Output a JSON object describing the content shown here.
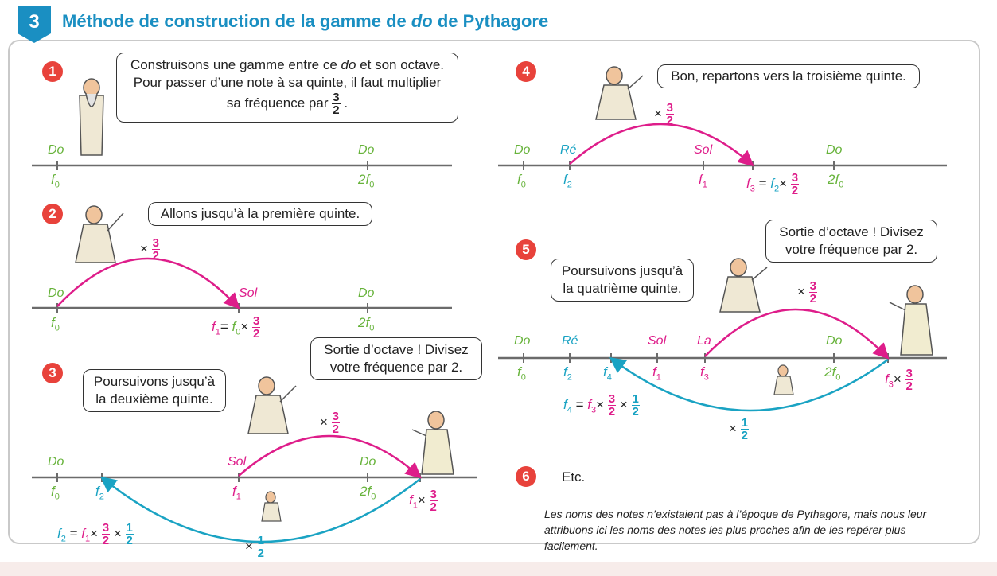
{
  "header": {
    "badge": "3",
    "title_part1": "Méthode de construction de la gamme de ",
    "title_italic": "do",
    "title_part2": " de Pythagore"
  },
  "step_numbers": [
    "1",
    "2",
    "3",
    "4",
    "5",
    "6"
  ],
  "step1": {
    "bubble_line1_a": "Construisons une gamme entre ce ",
    "bubble_line1_i": "do",
    "bubble_line1_b": " et son octave.",
    "bubble_line2": "Pour passer d’une note à sa quinte, il faut multiplier",
    "bubble_line3": "sa fréquence par",
    "bubble_line3_end": ".",
    "note_left": "Do",
    "note_right": "Do",
    "f_left": "f",
    "f_left_sub": "0",
    "f_right": "2f",
    "f_right_sub": "0"
  },
  "step2": {
    "bubble": "Allons jusqu’à la première quinte.",
    "note_do": "Do",
    "note_sol": "Sol",
    "note_do2": "Do",
    "f0": "f",
    "f0_sub": "0",
    "f1": "f",
    "f1_sub": "1",
    "eq": "= ",
    "f0b": "f",
    "f0b_sub": "0",
    "times": "×",
    "f2f0": "2f",
    "f2f0_sub": "0"
  },
  "step3": {
    "bubble_left_line1": "Poursuivons jusqu’à",
    "bubble_left_line2": "la deuxième quinte.",
    "bubble_right_line1": "Sortie d’octave ! Divisez",
    "bubble_right_line2": "votre fréquence par 2.",
    "note_do": "Do",
    "note_sol": "Sol",
    "note_do2": "Do",
    "f0": "f",
    "f0_sub": "0",
    "f2": "f",
    "f2_sub": "2",
    "f1": "f",
    "f1_sub": "1",
    "f2f0": "2f",
    "f2f0_sub": "0",
    "f1x": "f",
    "f1x_sub": "1",
    "times": "×",
    "eq_f2": "f",
    "eq_f2_sub": "2",
    "eq": " = ",
    "eq_f1": "f",
    "eq_f1_sub": "1"
  },
  "step4": {
    "bubble": "Bon, repartons vers la troisième quinte.",
    "note_do": "Do",
    "note_re": "Ré",
    "note_sol": "Sol",
    "note_do2": "Do",
    "f0": "f",
    "f0_sub": "0",
    "f2": "f",
    "f2_sub": "2",
    "f1": "f",
    "f1_sub": "1",
    "f3": "f",
    "f3_sub": "3",
    "eq": " = ",
    "f2b": "f",
    "f2b_sub": "2",
    "times": "×",
    "f2f0": "2f",
    "f2f0_sub": "0"
  },
  "step5": {
    "bubble_left_line1": "Poursuivons jusqu’à",
    "bubble_left_line2": "la quatrième quinte.",
    "bubble_right_line1": "Sortie d’octave ! Divisez",
    "bubble_right_line2": "votre fréquence par 2.",
    "note_do": "Do",
    "note_re": "Ré",
    "note_sol": "Sol",
    "note_la": "La",
    "note_do2": "Do",
    "f0": "f",
    "f0_sub": "0",
    "f2": "f",
    "f2_sub": "2",
    "f4": "f",
    "f4_sub": "4",
    "f1": "f",
    "f1_sub": "1",
    "f3": "f",
    "f3_sub": "3",
    "f2f0": "2f",
    "f2f0_sub": "0",
    "f3x": "f",
    "f3x_sub": "3",
    "times": "×",
    "eq_f4": "f",
    "eq_f4_sub": "4",
    "eq": " = ",
    "eq_f3": "f",
    "eq_f3_sub": "3"
  },
  "step6": {
    "text": "Etc."
  },
  "fractions": {
    "three": "3",
    "two": "2",
    "one": "1"
  },
  "footnote": "Les noms des notes n’existaient pas à l’époque de Pythagore, mais nous leur attribuons ici les noms des notes les plus proches afin de les repérer plus facilement.",
  "colors": {
    "green": "#67b33b",
    "pink": "#de1d8a",
    "cyan": "#1aa3c3",
    "blue_title": "#1a8fc2",
    "red": "#e8423b"
  }
}
